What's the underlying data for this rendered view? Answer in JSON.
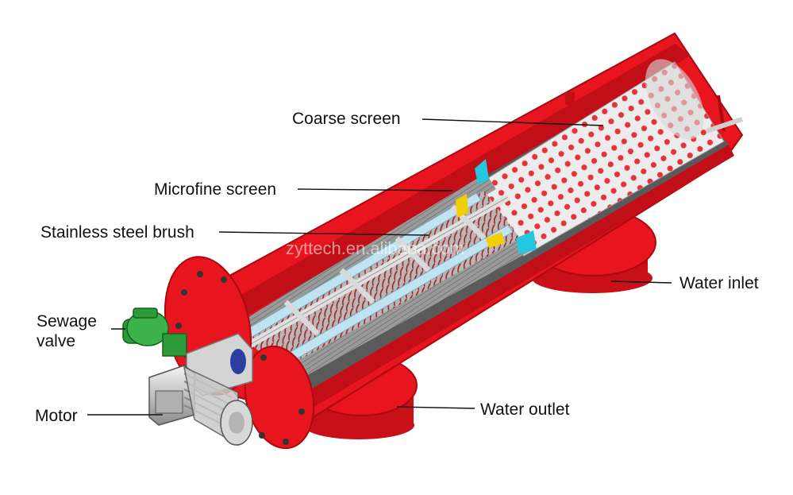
{
  "labels": {
    "coarse_screen": "Coarse screen",
    "microfine_screen": "Microfine screen",
    "stainless_steel_brush": "Stainless steel brush",
    "water_inlet": "Water inlet",
    "sewage_valve_line1": "Sewage",
    "sewage_valve_line2": "valve",
    "motor": "Motor",
    "water_outlet": "Water outlet"
  },
  "watermark": "zyttech.en.alibaba.com",
  "colors": {
    "housing_red": "#e8141e",
    "housing_dark_red": "#a80a10",
    "screen_silver": "#e6e6e6",
    "screen_hole_red": "#e8323a",
    "brush_blue": "#bfe3f0",
    "valve_green": "#2e9b3a",
    "motor_grey": "#c8c8c8",
    "seal_yellow": "#f2d000",
    "seal_cyan": "#23c8e0"
  }
}
